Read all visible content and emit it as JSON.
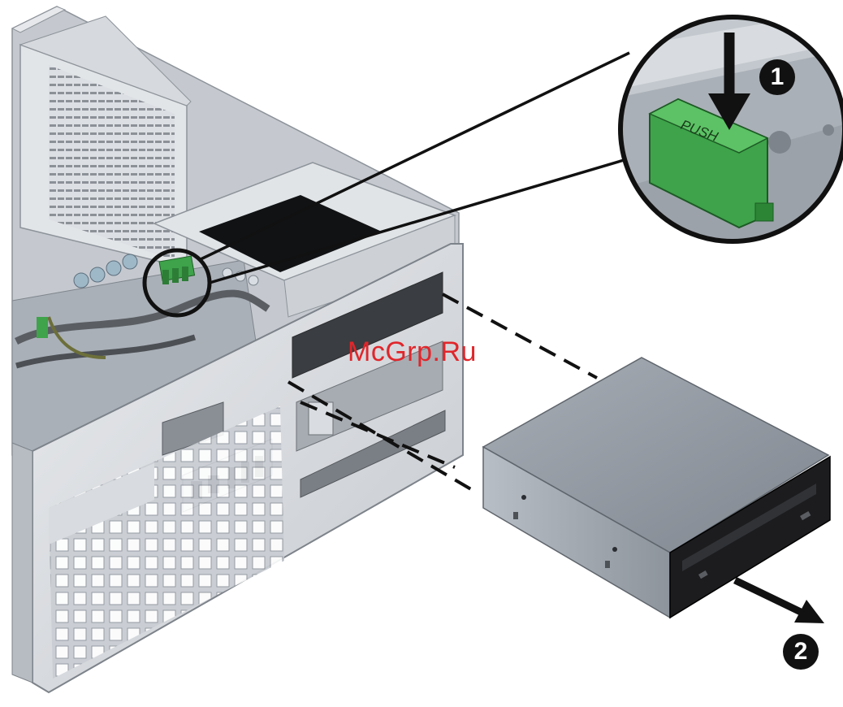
{
  "callout": {
    "push_label": "PUSH"
  },
  "steps": [
    {
      "number": "1"
    },
    {
      "number": "2"
    }
  ],
  "watermark": "McGrp.Ru",
  "colors": {
    "chassis": "#d4d8de",
    "chassis_dark": "#9aa0a8",
    "latch_green": "#3ea34a",
    "drive_body": "#8e959e",
    "drive_bezel": "#1c1c1e",
    "watermark_red": "#e0262b"
  },
  "icons": {
    "step_arrow_down": "arrow-down-icon",
    "step_arrow_out": "arrow-right-down-icon"
  }
}
